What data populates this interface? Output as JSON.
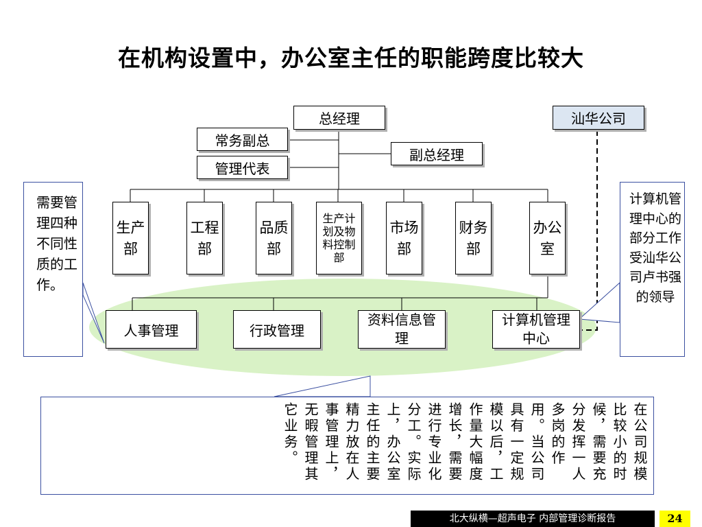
{
  "title": "在机构设置中，办公室主任的职能跨度比较大",
  "org": {
    "gm": "总经理",
    "exec_vp": "常务副总",
    "mgmt_rep": "管理代表",
    "vp": "副总经理",
    "shantou": "汕华公司",
    "departments": [
      "生产部",
      "工程部",
      "品质部",
      "生产计划及物料控制部",
      "市场部",
      "财务部",
      "办公室"
    ],
    "office_units": [
      "人事管理",
      "行政管理",
      "资料信息管理",
      "计算机管理中心"
    ]
  },
  "notes": {
    "left": "需要管理四种不同性质的工作。",
    "right": "计算机管理中心的部分工作受汕华公司卢书强的领导",
    "bottom": "在公司规模比较小的时候，需要充分发挥一人多岗的作用。当公司具有一定规模以后，工作量大幅度增长，需要进行专业化分工。实际上，办公室主任的主要精力放在人事管理上，无暇管理其它业务。"
  },
  "footer": {
    "text": "北大纵横—超声电子  内部管理诊断报告",
    "page": "24"
  },
  "colors": {
    "ellipse_fill": "#d9f2c6",
    "shantou_fill": "#dce6f2",
    "note_border": "#3a4fa0",
    "footer_bg": "#000000",
    "page_bg": "#ffff00"
  }
}
